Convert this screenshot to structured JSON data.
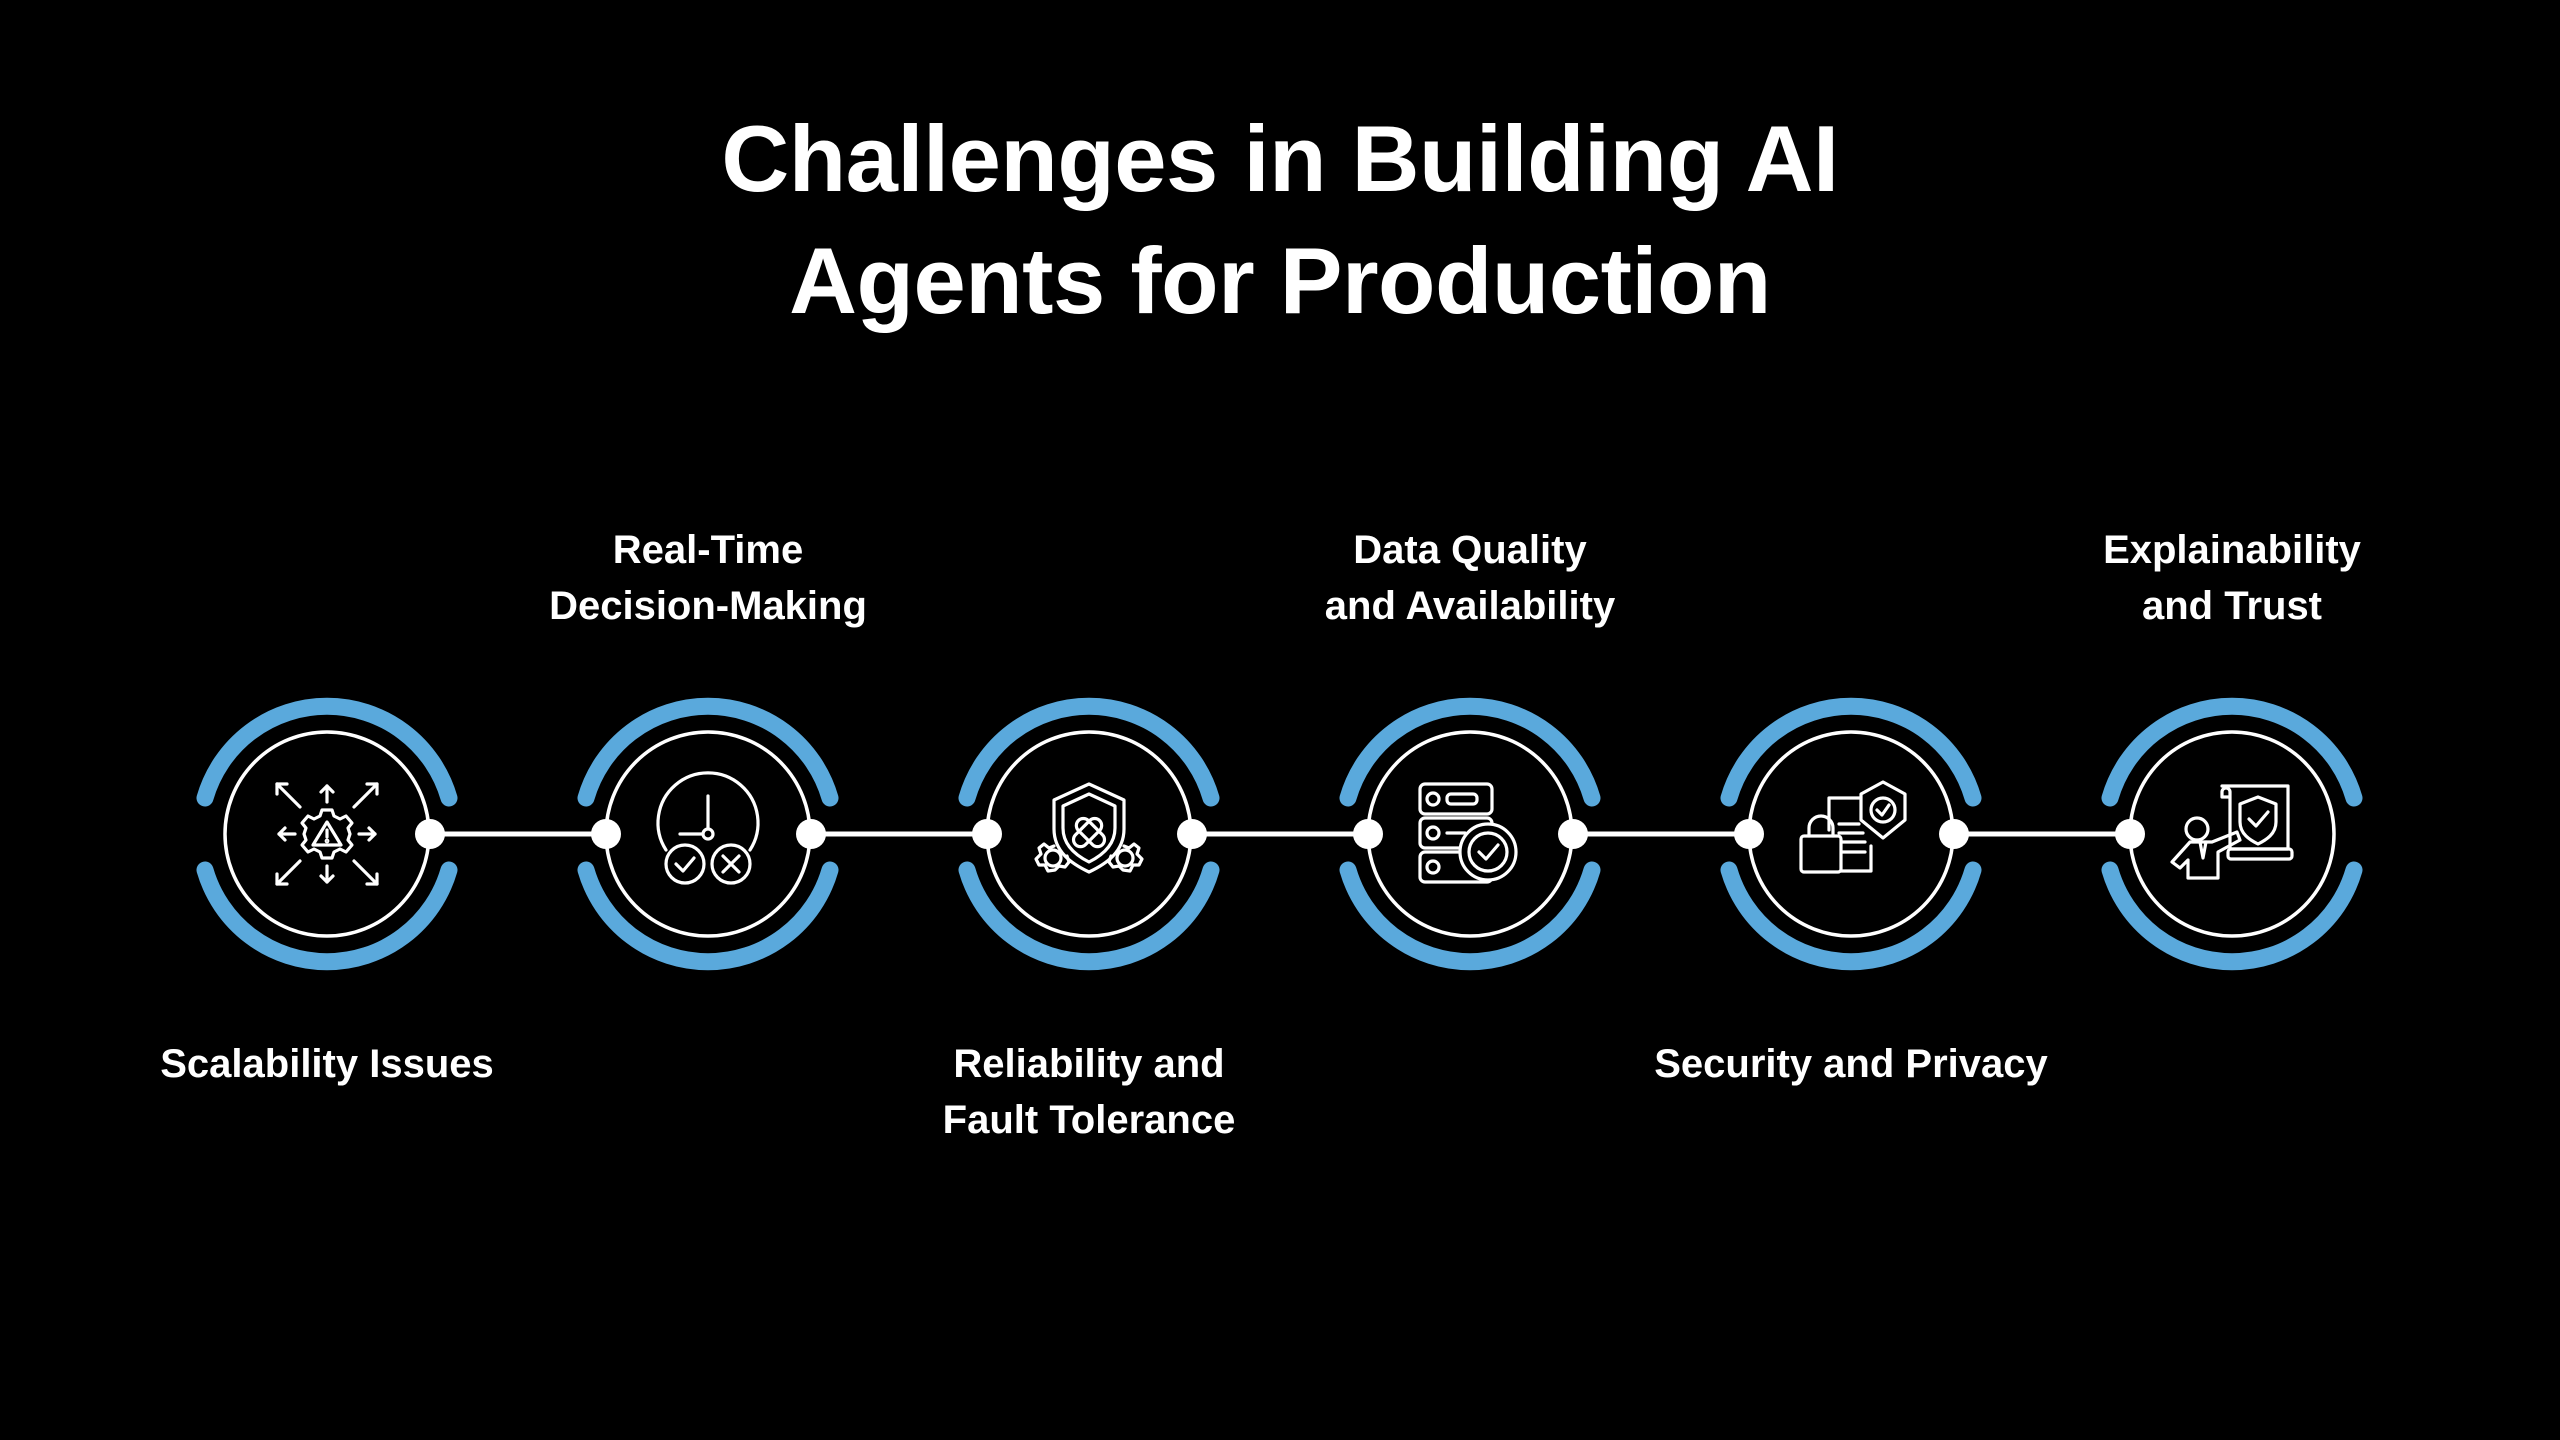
{
  "title": {
    "line1": "Challenges in Building AI",
    "line2": "Agents for Production"
  },
  "colors": {
    "background": "#000000",
    "accent_arc": "#5aa9dc",
    "ring": "#ffffff",
    "text": "#ffffff"
  },
  "steps": [
    {
      "id": "scalability",
      "label_line1": "Scalability Issues",
      "label_line2": "",
      "label_position": "bottom",
      "icon": "gear-warning-expand-icon"
    },
    {
      "id": "real-time",
      "label_line1": "Real-Time",
      "label_line2": "Decision-Making",
      "label_position": "top",
      "icon": "clock-check-cross-icon"
    },
    {
      "id": "reliability",
      "label_line1": "Reliability and",
      "label_line2": "Fault Tolerance",
      "label_position": "bottom",
      "icon": "shield-bandage-gears-icon"
    },
    {
      "id": "data-quality",
      "label_line1": "Data Quality",
      "label_line2": "and Availability",
      "label_position": "top",
      "icon": "server-check-icon"
    },
    {
      "id": "security",
      "label_line1": "Security and Privacy",
      "label_line2": "",
      "label_position": "bottom",
      "icon": "lock-document-shield-icon"
    },
    {
      "id": "explainability",
      "label_line1": "Explainability",
      "label_line2": "and Trust",
      "label_position": "top",
      "icon": "presenter-shield-board-icon"
    }
  ]
}
